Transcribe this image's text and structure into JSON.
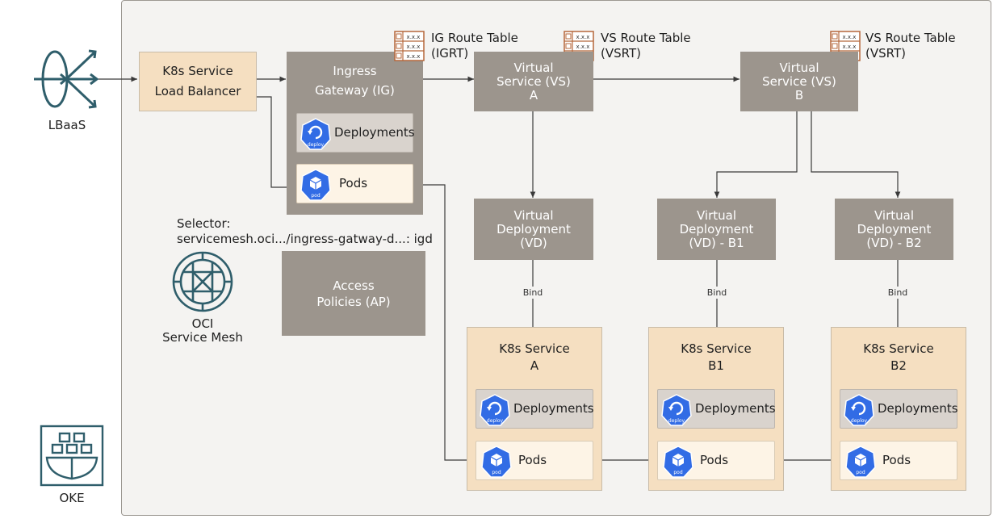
{
  "lbaas": {
    "label": "LBaaS"
  },
  "oke": {
    "label": "OKE"
  },
  "mesh": {
    "label_line1": "OCI",
    "label_line2": "Service Mesh"
  },
  "selector": {
    "line1": "Selector:",
    "line2": "servicemesh.oci.../ingress-gatway-d...: igd"
  },
  "k8s_lb": {
    "line1": "K8s Service",
    "line2": "Load Balancer"
  },
  "ingress": {
    "line1": "Ingress",
    "line2": "Gateway (IG)",
    "deployments": "Deployments",
    "pods": "Pods"
  },
  "access_policies": {
    "line1": "Access",
    "line2": "Policies (AP)"
  },
  "route_tables": [
    {
      "line1": "IG Route Table",
      "line2": "(IGRT)"
    },
    {
      "line1": "VS Route Table",
      "line2": "(VSRT)"
    },
    {
      "line1": "VS Route Table",
      "line2": "(VSRT)"
    }
  ],
  "route_table_cell": "x.x.x",
  "virtual_services": [
    {
      "line1": "Virtual",
      "line2": "Service (VS)",
      "line3": "A"
    },
    {
      "line1": "Virtual",
      "line2": "Service (VS)",
      "line3": "B"
    }
  ],
  "virtual_deployments": [
    {
      "line1": "Virtual",
      "line2": "Deployment",
      "line3": "(VD)"
    },
    {
      "line1": "Virtual",
      "line2": "Deployment",
      "line3": "(VD) - B1"
    },
    {
      "line1": "Virtual",
      "line2": "Deployment",
      "line3": "(VD) - B2"
    }
  ],
  "bind_label": "Bind",
  "k8s_services": [
    {
      "line1": "K8s Service",
      "line2": "A"
    },
    {
      "line1": "K8s Service",
      "line2": "B1"
    },
    {
      "line1": "K8s Service",
      "line2": "B2"
    }
  ],
  "deployments_label": "Deployments",
  "pods_label": "Pods",
  "icon_text": {
    "deploy": "deploy",
    "pod": "pod"
  },
  "colors": {
    "grey_box": "#9c958d",
    "beige_box": "#f5dfc1",
    "k8s_blue": "#326ce5",
    "teal_icon": "#2f5e6b",
    "route_table": "#b5673b"
  }
}
